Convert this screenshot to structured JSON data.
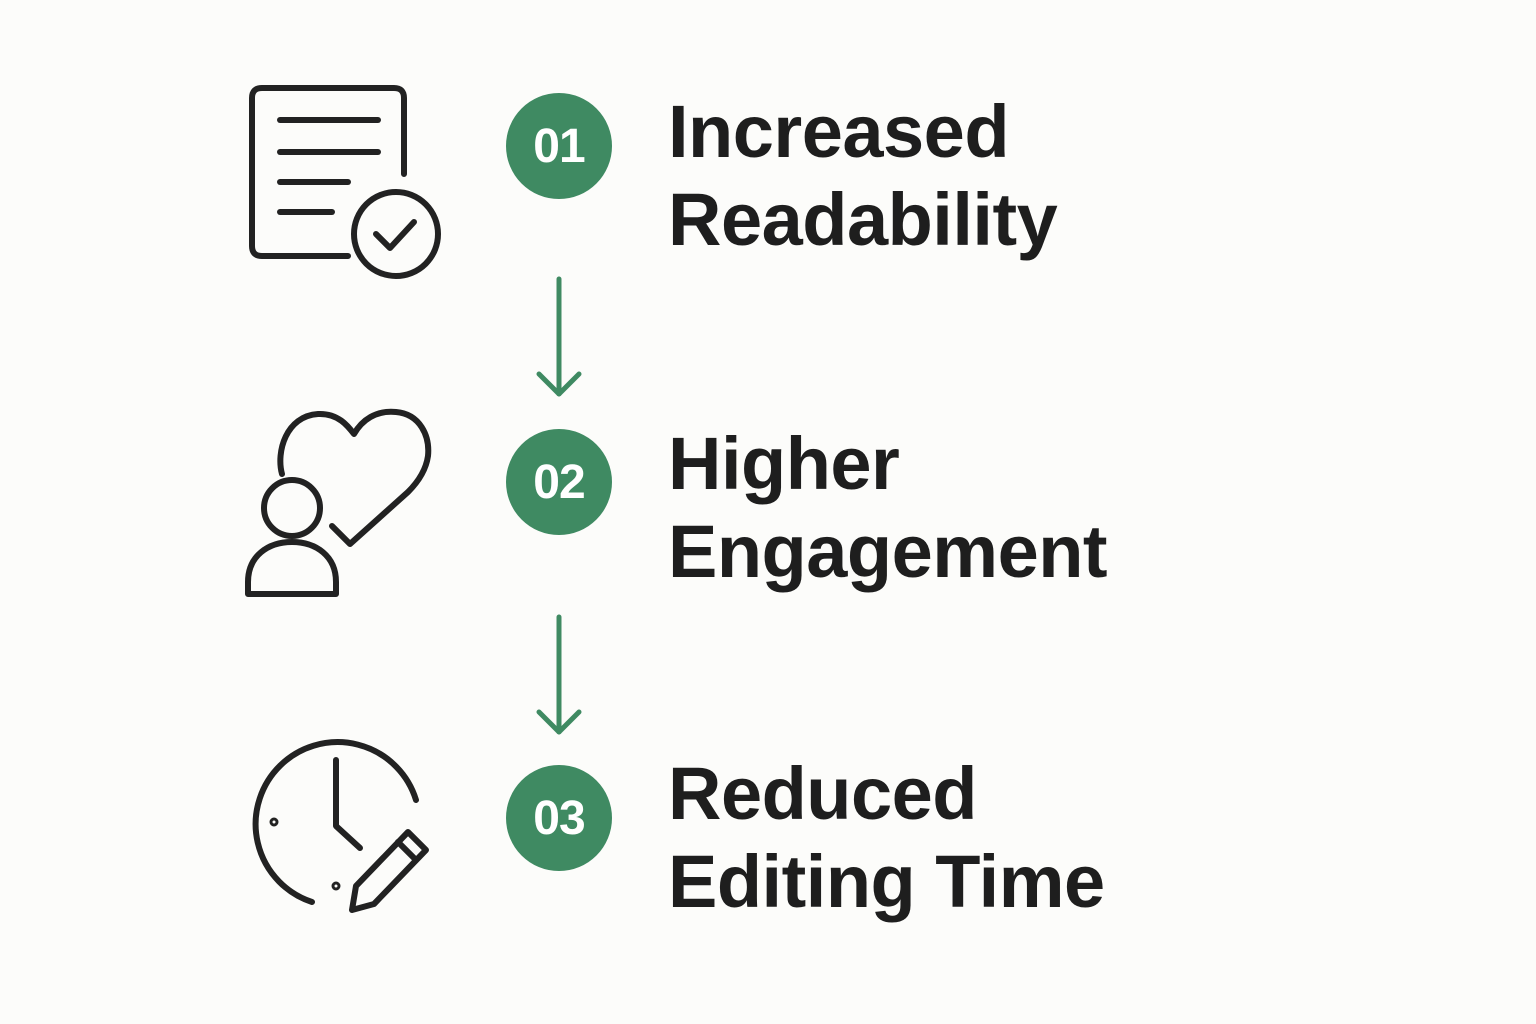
{
  "colors": {
    "accent": "#3f8a62",
    "text": "#1e1e1e",
    "icon_stroke": "#222222",
    "background": "#fcfcfa"
  },
  "steps": [
    {
      "number": "01",
      "title_line1": "Increased",
      "title_line2": "Readability",
      "icon": "document-check-icon"
    },
    {
      "number": "02",
      "title_line1": "Higher",
      "title_line2": "Engagement",
      "icon": "user-heart-icon"
    },
    {
      "number": "03",
      "title_line1": "Reduced",
      "title_line2": "Editing Time",
      "icon": "clock-pencil-icon"
    }
  ]
}
